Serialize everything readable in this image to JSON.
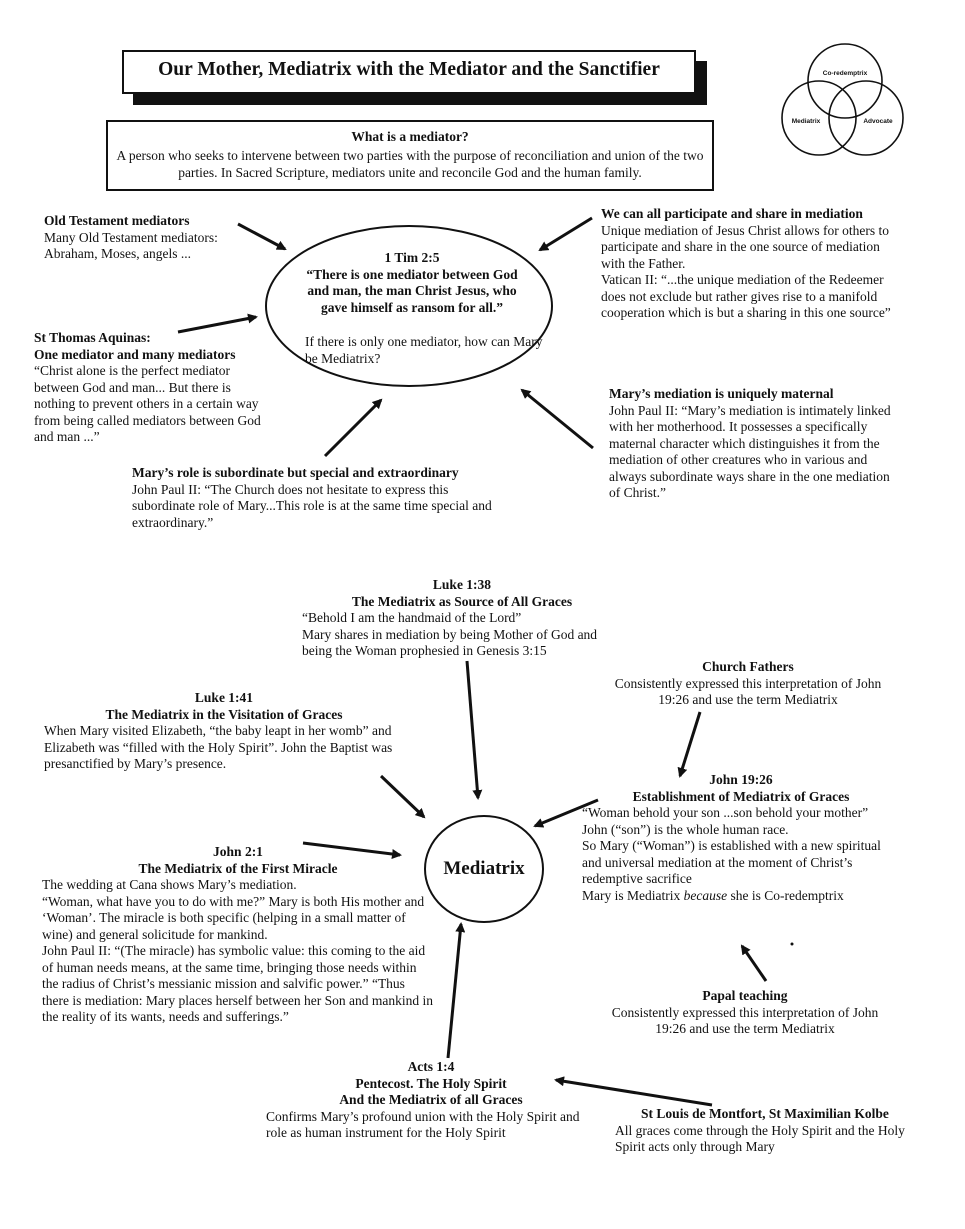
{
  "title": "Our Mother, Mediatrix with the Mediator and the Sanctifier",
  "venn": {
    "labels": [
      "Co-redemptrix",
      "Mediatrix",
      "Advocate"
    ]
  },
  "definition": {
    "question": "What is a mediator?",
    "text": "A person who seeks to intervene between two parties with the purpose of reconciliation and union of the two parties. In Sacred Scripture, mediators unite and reconcile God and the human family."
  },
  "center_top": {
    "ref": "1 Tim 2:5",
    "quote": "“There is one mediator between God and man, the man Christ Jesus, who gave himself as ransom for all.”",
    "question": "If there is only one mediator, how can Mary be Mediatrix?"
  },
  "old_testament": {
    "heading": "Old Testament mediators",
    "text": "Many Old Testament mediators: Abraham, Moses, angels ..."
  },
  "aquinas": {
    "heading1": "St Thomas Aquinas:",
    "heading2": "One mediator and many mediators",
    "text": "“Christ alone is the perfect mediator between God and man... But there is nothing to prevent others in a certain way from being called mediators between God and man ...”"
  },
  "participate": {
    "heading": "We can all participate and share in mediation",
    "text": "Unique mediation of Jesus Christ allows for others to participate and share in the one source of mediation with the Father.",
    "vatican": "Vatican II: “...the unique mediation of the Redeemer does not exclude but rather gives rise to a manifold cooperation which is but a sharing in this one source”"
  },
  "maternal": {
    "heading": "Mary’s mediation is uniquely maternal",
    "text": "John Paul II: “Mary’s mediation is intimately linked with her motherhood. It possesses a specifically maternal character which distinguishes it from the mediation of other creatures who in various and always subordinate ways share in the one mediation of Christ.”"
  },
  "subordinate": {
    "heading": "Mary’s role is subordinate but special and extraordinary",
    "text": "John Paul II: “The Church does not hesitate to express this subordinate role of Mary...This role is at the same time special and extraordinary.”"
  },
  "center": {
    "label": "Mediatrix"
  },
  "luke138": {
    "ref": "Luke 1:38",
    "heading": "The Mediatrix as Source of All Graces",
    "line1": "“Behold I am the handmaid of the Lord”",
    "line2": "Mary shares in mediation by being Mother of God and being the Woman prophesied in Genesis 3:15"
  },
  "luke141": {
    "ref": "Luke 1:41",
    "heading": "The Mediatrix in the Visitation of Graces",
    "text": "When Mary visited Elizabeth, “the baby leapt in her womb” and Elizabeth was “filled with the Holy Spirit”. John the Baptist was presanctified by Mary’s presence."
  },
  "fathers": {
    "heading": "Church Fathers",
    "text": "Consistently expressed this interpretation of John 19:26 and use the term Mediatrix"
  },
  "john1926": {
    "ref": "John 19:26",
    "heading": "Establishment of Mediatrix of Graces",
    "line1": "“Woman behold your son ...son behold your mother”",
    "line2": "John (“son”) is the whole human race.",
    "line3": "So Mary (“Woman”) is established with a new spiritual and universal mediation at the moment of Christ’s redemptive sacrifice",
    "line4_a": "Mary is Mediatrix ",
    "line4_em": "because",
    "line4_b": " she is Co-redemptrix"
  },
  "john21": {
    "ref": "John 2:1",
    "heading": "The Mediatrix of the First Miracle",
    "text1": "The wedding at Cana shows Mary’s mediation.",
    "text2": "“Woman, what have you to do with me?” Mary is both His mother and ‘Woman’. The miracle is both specific (helping in a small matter of wine) and general solicitude for mankind.",
    "text3": "John Paul II: “(The miracle) has symbolic value: this coming to the aid of human needs means, at the same time, bringing those needs within the radius of Christ’s messianic mission and salvific power.” “Thus there is mediation: Mary places herself between her Son and mankind in the reality of its wants, needs and sufferings.”"
  },
  "papal": {
    "heading": "Papal teaching",
    "text": "Consistently expressed this interpretation of John 19:26 and use the term Mediatrix"
  },
  "acts14": {
    "ref": "Acts 1:4",
    "heading1": "Pentecost. The Holy Spirit",
    "heading2": "And the Mediatrix of all Graces",
    "text": "Confirms Mary’s profound union with the Holy Spirit and role as human instrument for the Holy Spirit"
  },
  "montfort": {
    "heading": "St Louis de Montfort, St Maximilian Kolbe",
    "text": "All graces come through the Holy Spirit and the Holy Spirit acts only through Mary"
  }
}
